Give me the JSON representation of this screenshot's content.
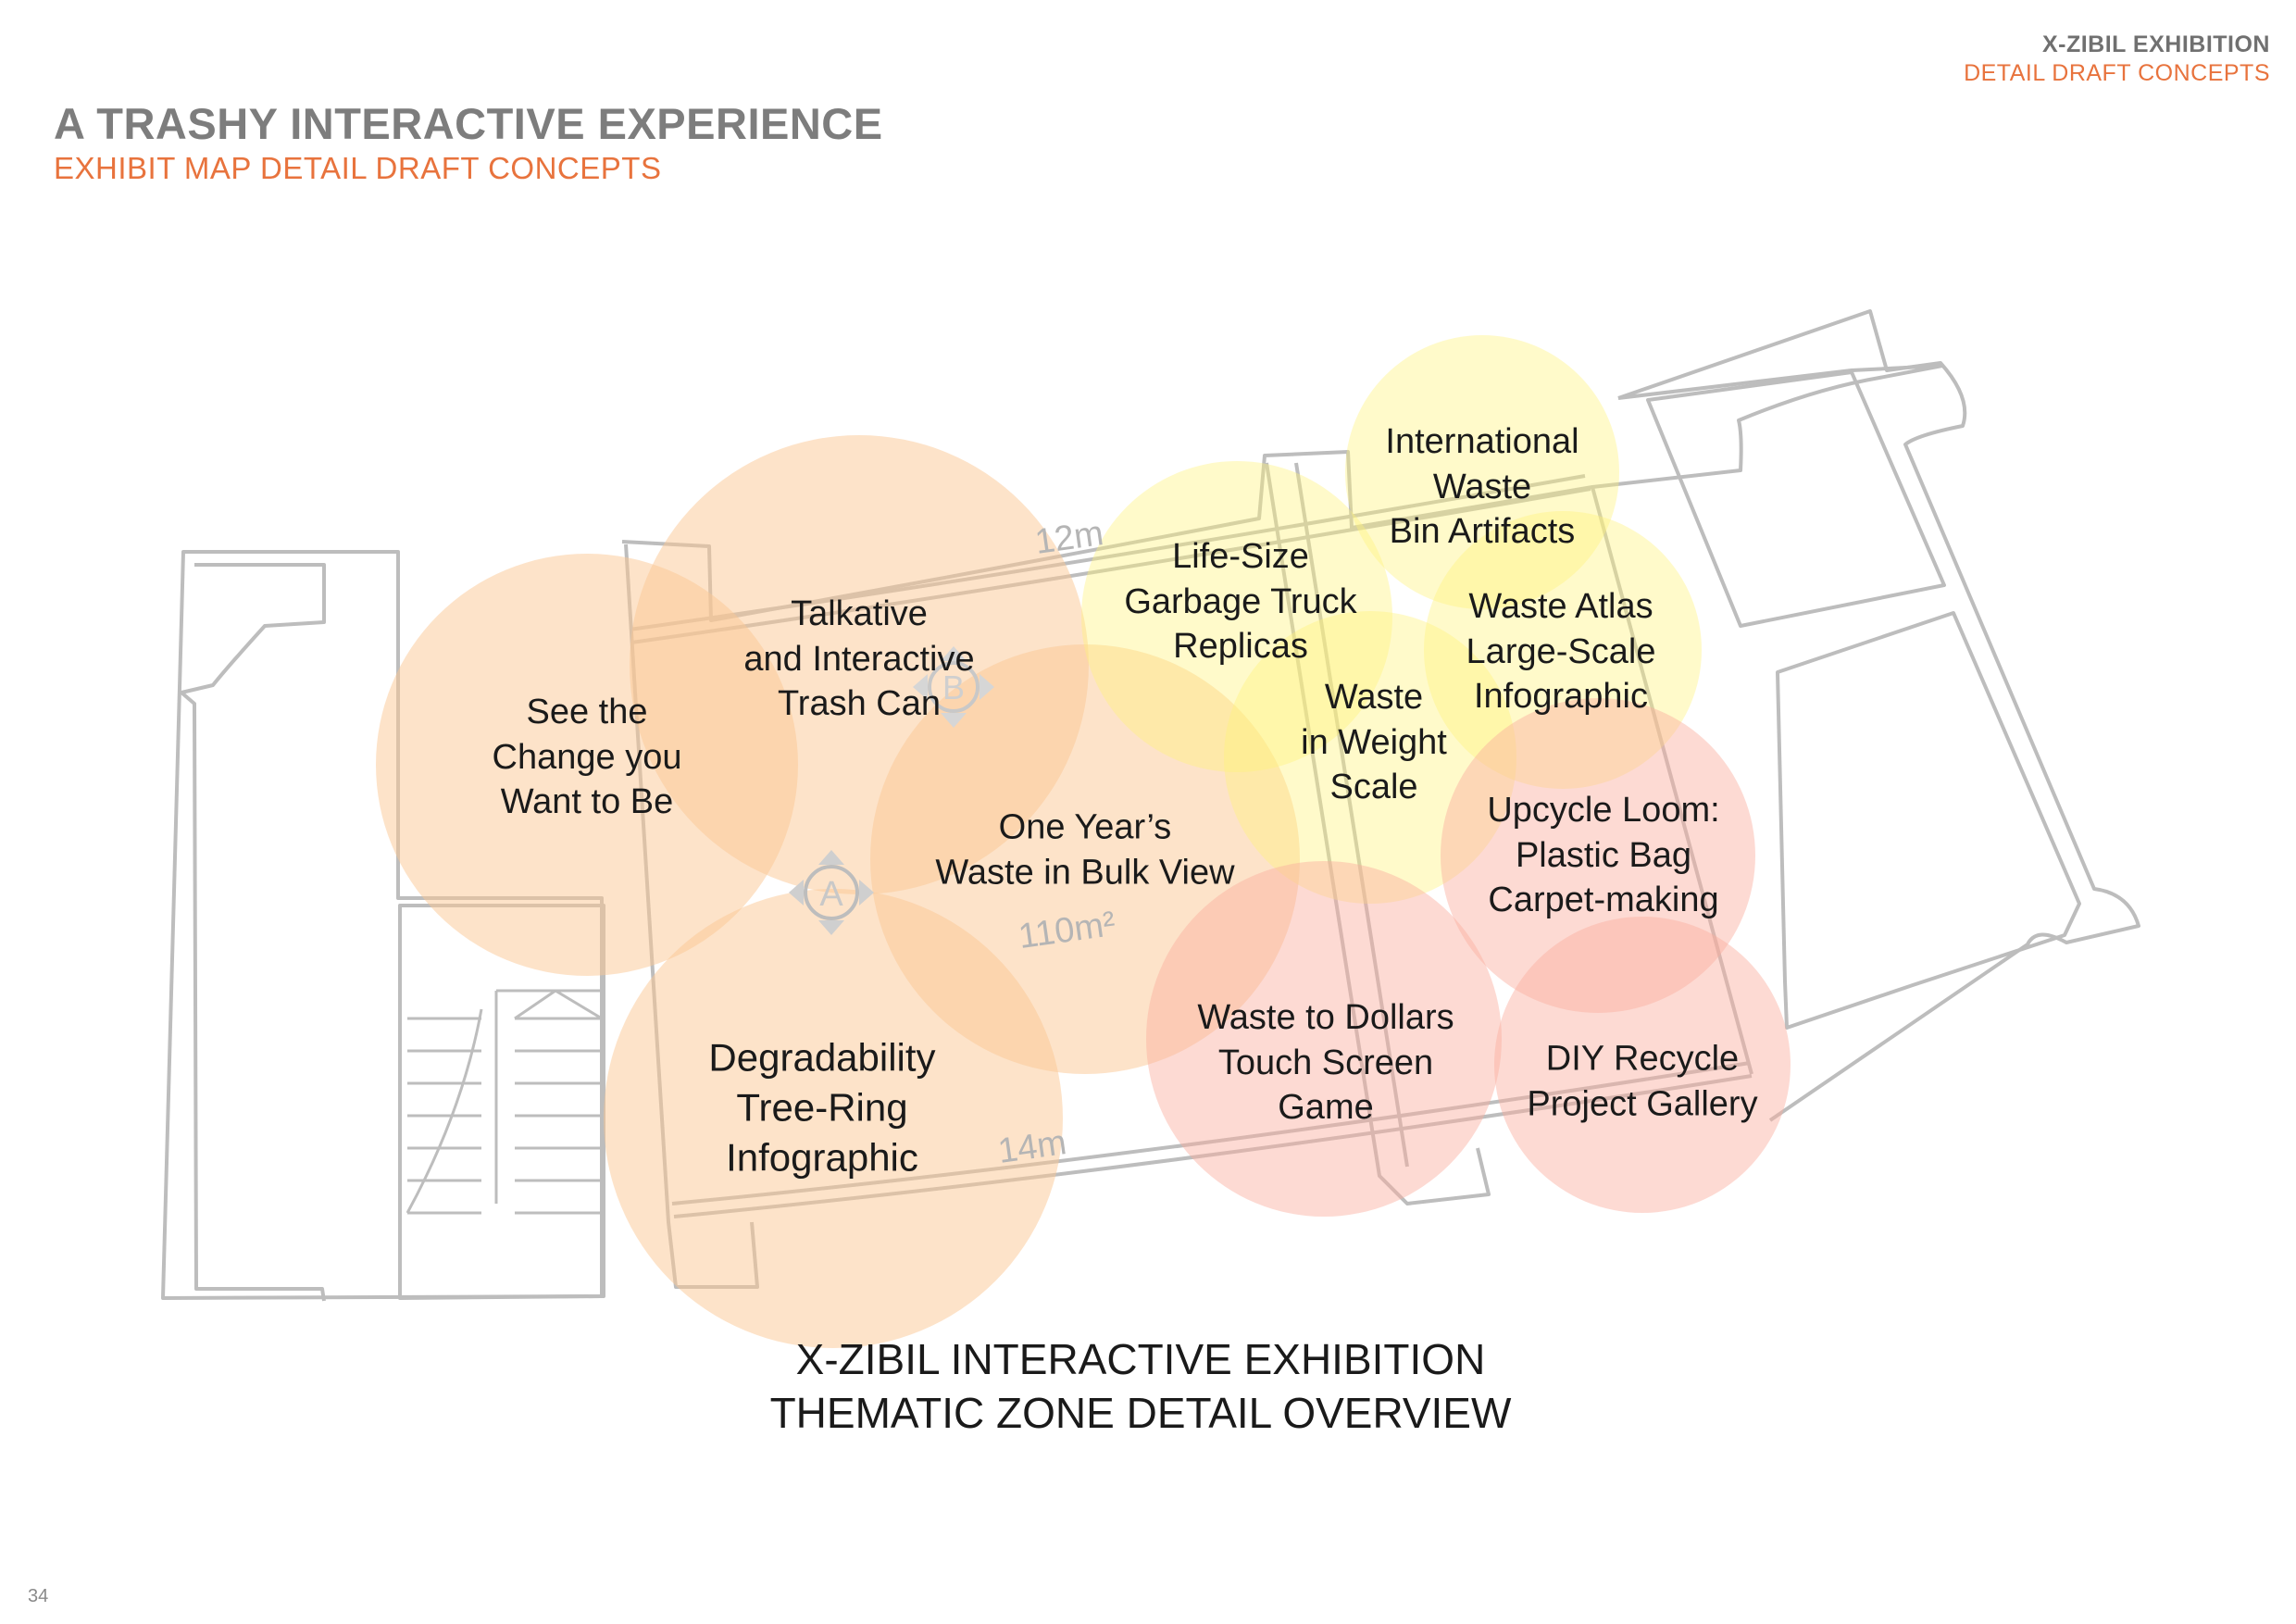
{
  "header": {
    "title": "X-ZIBIL EXHIBITION",
    "subtitle": "DETAIL DRAFT CONCEPTS"
  },
  "page": {
    "title": "A TRASHY INTERACTIVE EXPERIENCE",
    "subtitle": "EXHIBIT MAP DETAIL DRAFT CONCEPTS",
    "number": "34"
  },
  "colors": {
    "accent": "#e8733d",
    "zone_orange": "#fbc894",
    "zone_yellow": "#fff27a",
    "zone_pink": "#fbae9e",
    "wall": "#bdbdbd"
  },
  "zones": [
    {
      "id": "see-change",
      "lines": [
        "See the",
        "Change you",
        "Want to Be"
      ],
      "color": "orange"
    },
    {
      "id": "talkative-trash-can",
      "lines": [
        "Talkative",
        "and Interactive",
        "Trash Can"
      ],
      "color": "orange"
    },
    {
      "id": "one-years-waste",
      "lines": [
        "One Year’s",
        "Waste in Bulk View"
      ],
      "color": "orange"
    },
    {
      "id": "degradability",
      "lines": [
        "Degradability",
        "Tree-Ring",
        "Infographic"
      ],
      "color": "orange"
    },
    {
      "id": "garbage-truck",
      "lines": [
        "Life-Size",
        "Garbage Truck",
        "Replicas"
      ],
      "color": "yellow"
    },
    {
      "id": "international-bins",
      "lines": [
        "International",
        "Waste",
        "Bin Artifacts"
      ],
      "color": "yellow"
    },
    {
      "id": "waste-atlas",
      "lines": [
        "Waste Atlas",
        "Large-Scale",
        "Infographic"
      ],
      "color": "yellow"
    },
    {
      "id": "weight-scale",
      "lines": [
        "Waste",
        "in Weight",
        "Scale"
      ],
      "color": "yellow"
    },
    {
      "id": "upcycle-loom",
      "lines": [
        "Upcycle Loom:",
        "Plastic Bag",
        "Carpet-making"
      ],
      "color": "pink"
    },
    {
      "id": "waste-to-dollars",
      "lines": [
        "Waste to Dollars",
        "Touch Screen",
        "Game"
      ],
      "color": "pink"
    },
    {
      "id": "diy-recycle",
      "lines": [
        "DIY Recycle",
        "Project Gallery"
      ],
      "color": "pink"
    }
  ],
  "markers": [
    {
      "id": "A",
      "label": "A"
    },
    {
      "id": "B",
      "label": "B"
    }
  ],
  "dimensions": {
    "top": "12m",
    "area": "110m²",
    "bottom": "14m"
  },
  "caption": {
    "line1": "X-ZIBIL INTERACTIVE EXHIBITION",
    "line2": "THEMATIC ZONE DETAIL OVERVIEW"
  }
}
